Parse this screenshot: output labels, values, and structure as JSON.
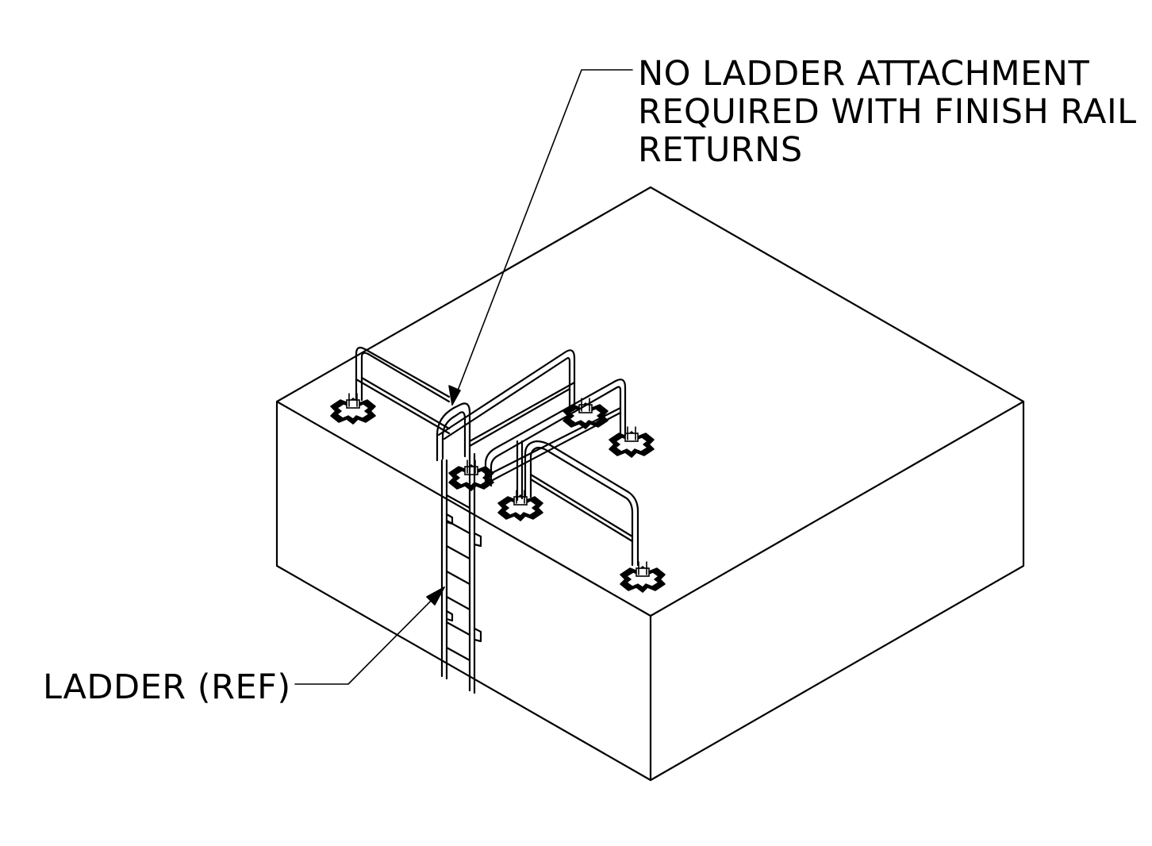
{
  "callouts": {
    "top": {
      "line1": "NO LADDER ATTACHMENT",
      "line2": "REQUIRED WITH FINISH RAIL",
      "line3": "RETURNS"
    },
    "bottom": {
      "line1": "LADDER (REF)"
    }
  },
  "colors": {
    "line": "#000000",
    "background": "#ffffff"
  }
}
